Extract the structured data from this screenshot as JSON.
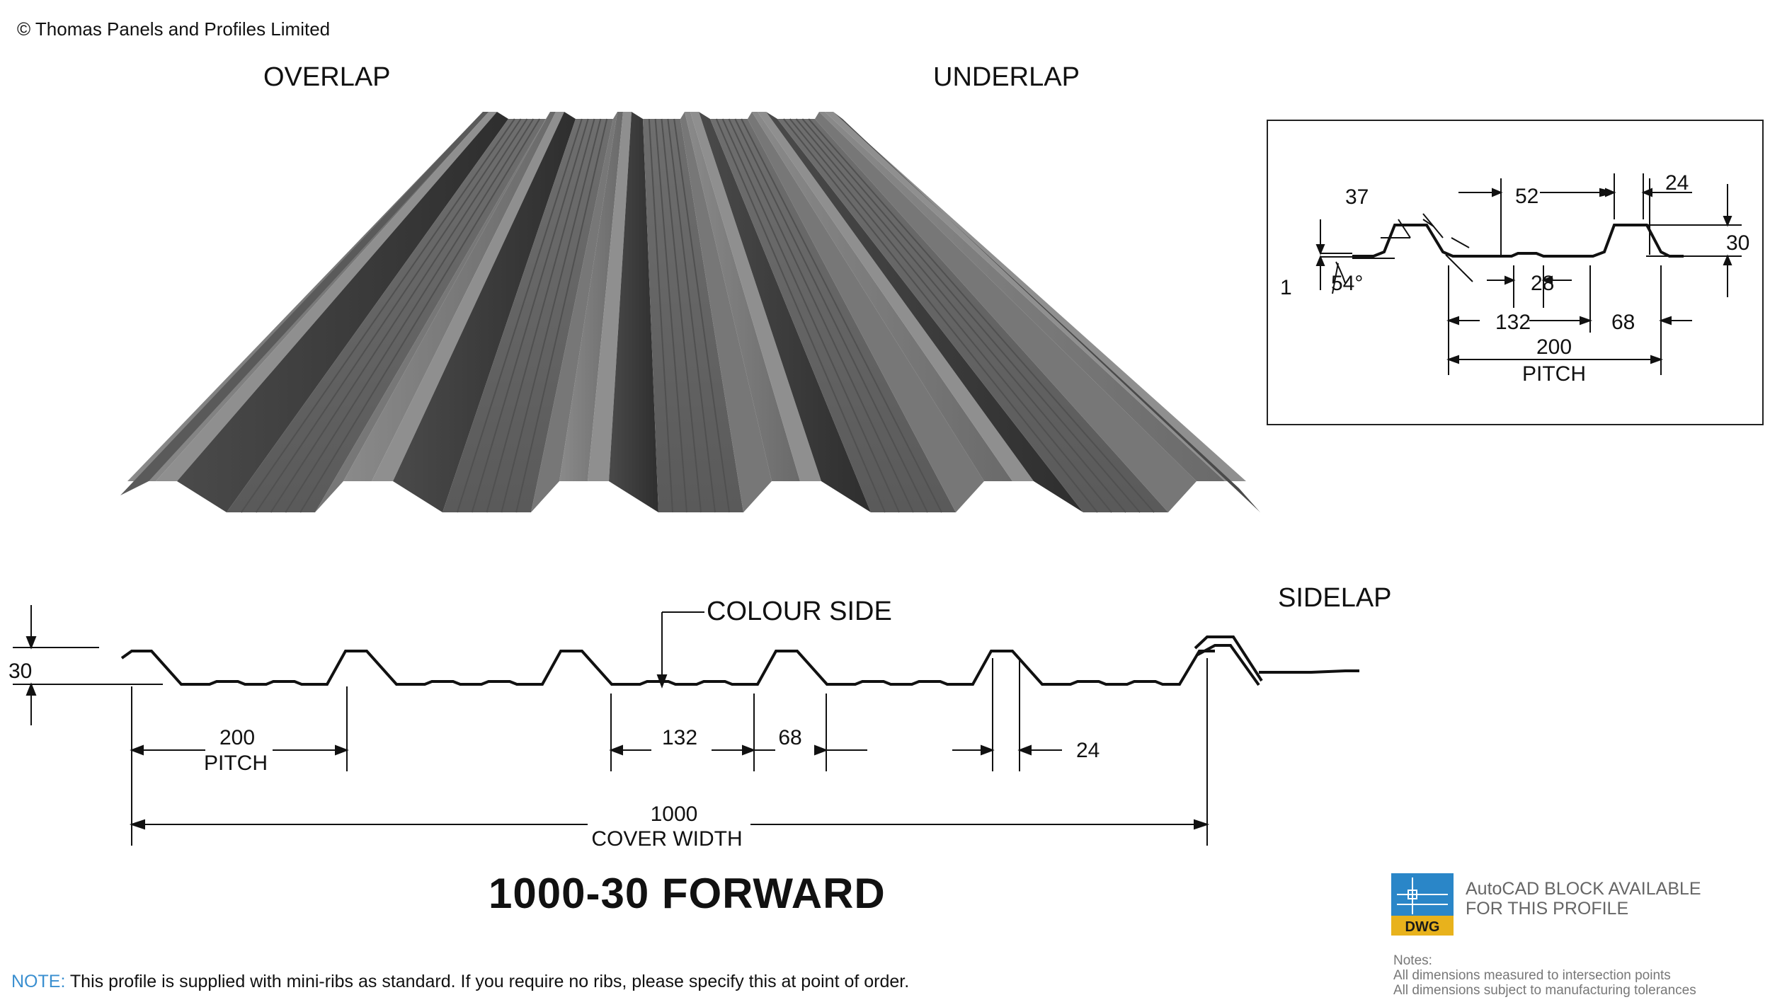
{
  "copyright": "© Thomas Panels and Profiles Limited",
  "overlap_label": "OVERLAP",
  "underlap_label": "UNDERLAP",
  "sidelap_label": "SIDELAP",
  "colour_side_label": "COLOUR SIDE",
  "profile_title": "1000-30 FORWARD",
  "main_dims": {
    "height": "30",
    "pitch_value": "200",
    "pitch_label": "PITCH",
    "trough": "132",
    "crown_pitch": "68",
    "crown_top": "24",
    "cover_value": "1000",
    "cover_label": "COVER WIDTH"
  },
  "detail_dims": {
    "rib": "37",
    "top": "52",
    "crown": "24",
    "height": "30",
    "thickness": "1",
    "angle": "54°",
    "minirib": "28",
    "trough": "132",
    "crown_pitch": "68",
    "pitch_value": "200",
    "pitch_label": "PITCH"
  },
  "note": {
    "label": "NOTE:",
    "text": " This profile is supplied with mini-ribs as standard. If you require no ribs, please specify this at point of order."
  },
  "cad": {
    "line1": "AutoCAD BLOCK AVAILABLE",
    "line2": "FOR THIS PROFILE",
    "badge": "DWG"
  },
  "notes": {
    "heading": "Notes:",
    "line1": "All dimensions measured to intersection points",
    "line2": "All dimensions subject to manufacturing tolerances"
  },
  "colors": {
    "sheet_dark": "#3c3c3c",
    "sheet_mid": "#6a6a6a",
    "sheet_light": "#9a9a9a",
    "note_accent": "#3a8fd0",
    "dwg_blue": "#2a86c8",
    "dwg_gold": "#e8b21c"
  }
}
